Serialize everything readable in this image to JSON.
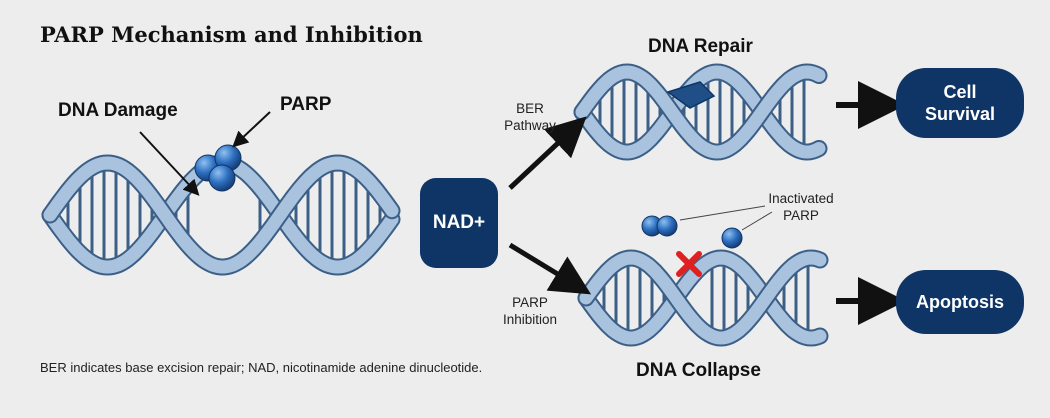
{
  "title": "PARP Mechanism and Inhibition",
  "labels": {
    "dna_damage": "DNA Damage",
    "parp": "PARP",
    "dna_repair": "DNA Repair",
    "dna_collapse": "DNA Collapse",
    "ber_pathway_line1": "BER",
    "ber_pathway_line2": "Pathway",
    "parp_inhibition_line1": "PARP",
    "parp_inhibition_line2": "Inhibition",
    "inactivated_parp_line1": "Inactivated",
    "inactivated_parp_line2": "PARP"
  },
  "nodes": {
    "nad": "NAD+",
    "cell_survival_line1": "Cell",
    "cell_survival_line2": "Survival",
    "apoptosis": "Apoptosis"
  },
  "footnote": "BER indicates base excision repair; NAD, nicotinamide adenine dinucleotide.",
  "colors": {
    "background": "#ededed",
    "node_fill": "#0e3566",
    "dna_strand": "#a9c3df",
    "dna_outline": "#3c5f87",
    "parp_protein": "#2d6fc0",
    "block_mark": "#e02020",
    "arrow": "#111111"
  }
}
